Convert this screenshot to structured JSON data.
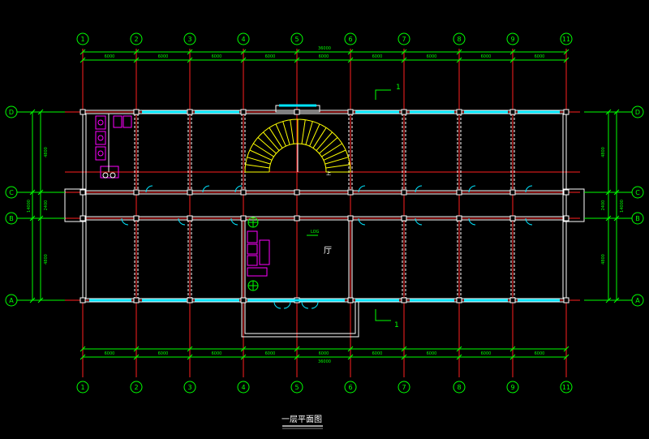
{
  "drawing": {
    "title": "一层平面图",
    "colors": {
      "background": "#000000",
      "dimension": "#00ff00",
      "grid_axis": "#ff2020",
      "wall": "#ffffff",
      "window": "#00e5ff",
      "stair": "#ffff00",
      "furniture": "#ff00ff",
      "plant": "#00ff00"
    },
    "column_axes": [
      "1",
      "2",
      "3",
      "4",
      "5",
      "6",
      "7",
      "8",
      "9",
      "11"
    ],
    "row_axes": [
      "D",
      "C",
      "B",
      "A"
    ],
    "top_dims": [
      "6000",
      "6000",
      "6000",
      "6000",
      "6000",
      "6000",
      "6000",
      "6000",
      "6000"
    ],
    "top_total": "36000",
    "bottom_dims": [
      "6000",
      "6000",
      "6000",
      "6000",
      "6000",
      "6000",
      "6000",
      "6000",
      "6000"
    ],
    "bottom_total": "36000",
    "left_dims": [
      "4800",
      "2400",
      "4800"
    ],
    "left_total": "14000",
    "right_dims": [
      "4800",
      "2400",
      "4800"
    ],
    "right_total": "14000",
    "section_mark": "1",
    "room_label": "厅",
    "small_labels": [
      "上",
      "LOG"
    ]
  }
}
